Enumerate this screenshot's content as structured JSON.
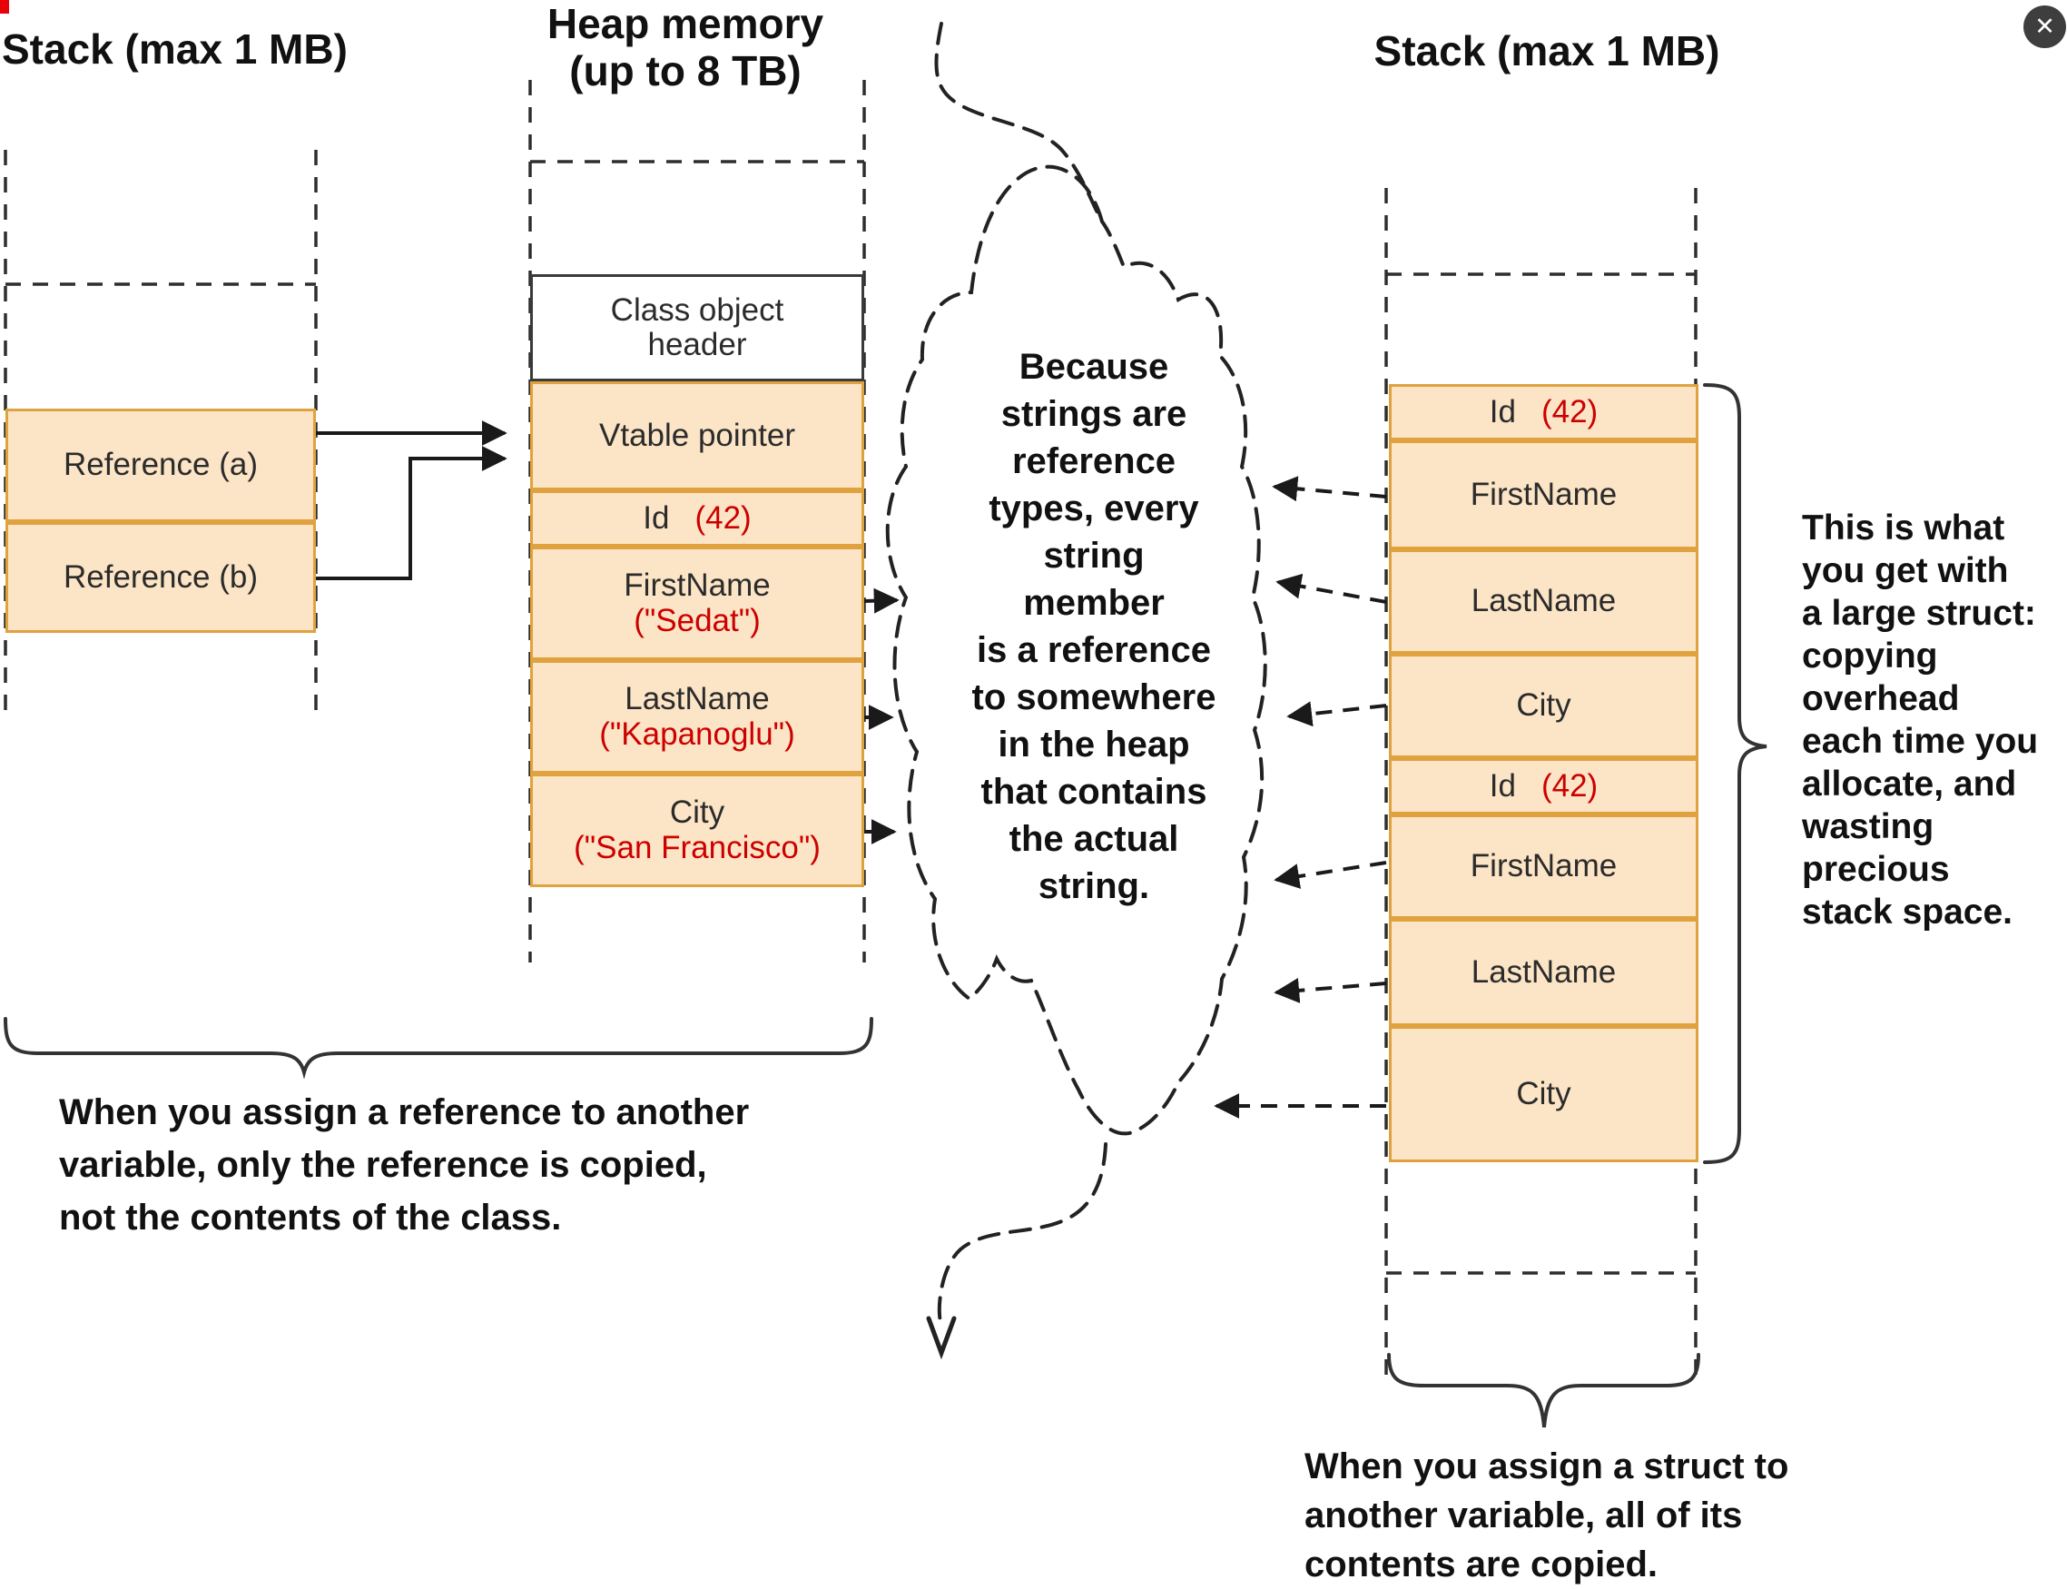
{
  "window": {
    "close_label": "✕"
  },
  "left_stack": {
    "title": "Stack (max 1 MB)",
    "rows": [
      {
        "label": "Reference (a)"
      },
      {
        "label": "Reference (b)"
      }
    ],
    "caption": "When you assign a reference to another\nvariable, only the reference is copied,\nnot the contents of the class."
  },
  "heap": {
    "title": "Heap memory\n(up to 8 TB)",
    "header_label": "Class object\nheader",
    "rows": [
      {
        "label": "Vtable pointer",
        "value": ""
      },
      {
        "label": "Id",
        "value": "(42)"
      },
      {
        "label": "FirstName",
        "value": "(\"Sedat\")"
      },
      {
        "label": "LastName",
        "value": "(\"Kapanoglu\")"
      },
      {
        "label": "City",
        "value": "(\"San Francisco\")"
      }
    ]
  },
  "cloud": {
    "text": "Because\nstrings are\nreference\ntypes, every\nstring\nmember\nis a reference\nto somewhere\nin the heap\nthat contains\nthe actual\nstring."
  },
  "right_stack": {
    "title": "Stack (max 1 MB)",
    "rows": [
      {
        "label": "Id",
        "value": "(42)"
      },
      {
        "label": "FirstName",
        "value": ""
      },
      {
        "label": "LastName",
        "value": ""
      },
      {
        "label": "City",
        "value": ""
      },
      {
        "label": "Id",
        "value": "(42)"
      },
      {
        "label": "FirstName",
        "value": ""
      },
      {
        "label": "LastName",
        "value": ""
      },
      {
        "label": "City",
        "value": ""
      }
    ],
    "side_note": "This is what\nyou get with\na large struct:\ncopying\noverhead\neach time you\nallocate, and\nwasting\nprecious\nstack space.",
    "caption": "When you assign a struct to\nanother variable, all of its\ncontents are copied."
  },
  "colors": {
    "box_fill": "#fce5c6",
    "box_border": "#dfa23f",
    "value_red": "#cc0000",
    "line_dark": "#2e2e2e",
    "close_bg": "#3e3e3e"
  }
}
